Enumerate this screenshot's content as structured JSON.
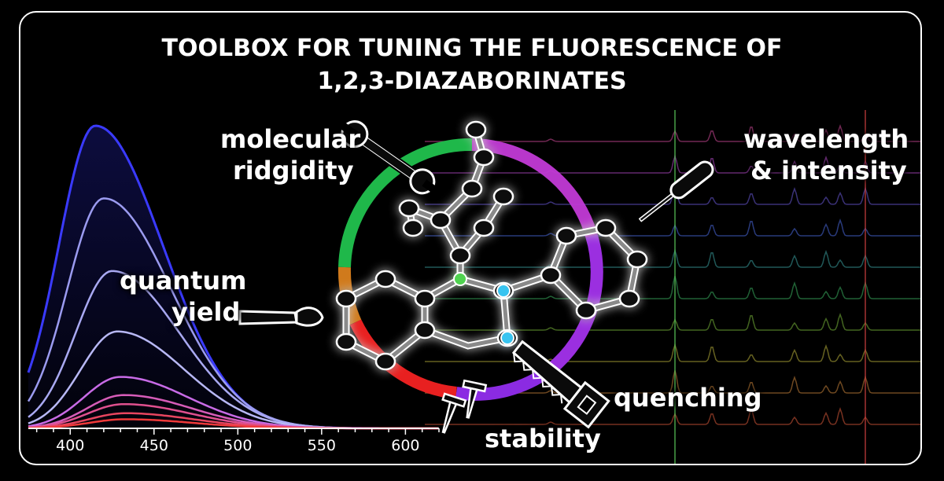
{
  "title": {
    "line1": "TOOLBOX FOR TUNING THE FLUORESCENCE OF",
    "line2": "1,2,3-DIAZABORINATES"
  },
  "labels": {
    "molecular": "molecular",
    "ridgidity": "ridgidity",
    "wavelength": "wavelength",
    "intensity": "& intensity",
    "quantum": "quantum",
    "yield": "yield",
    "quenching": "quenching",
    "stability": "stability"
  },
  "icons": [
    "wrench-icon",
    "screwdriver-icon",
    "paintbrush-icon",
    "saw-icon",
    "nails-icon"
  ],
  "chart_data": {
    "type": "line",
    "xlabel": "",
    "ylabel": "",
    "xlim": [
      375,
      620
    ],
    "x_ticks": [
      400,
      450,
      500,
      550,
      600
    ],
    "series": [
      {
        "color": "#3a3aff",
        "peak_x": 415,
        "peak": 1.0
      },
      {
        "color": "#9b9bf0",
        "peak_x": 420,
        "peak": 0.76
      },
      {
        "color": "#a9a9f2",
        "peak_x": 425,
        "peak": 0.52
      },
      {
        "color": "#b8b8f5",
        "peak_x": 428,
        "peak": 0.32
      },
      {
        "color": "#c86be6",
        "peak_x": 430,
        "peak": 0.17
      },
      {
        "color": "#d65cb8",
        "peak_x": 432,
        "peak": 0.11
      },
      {
        "color": "#e0508f",
        "peak_x": 432,
        "peak": 0.08
      },
      {
        "color": "#e8455f",
        "peak_x": 433,
        "peak": 0.05
      },
      {
        "color": "#f03a3a",
        "peak_x": 433,
        "peak": 0.03
      }
    ]
  },
  "colors": {
    "ring": [
      "#1fb84a",
      "#d07a1c",
      "#e82020",
      "#8b2be2",
      "#c23ad6",
      "#3a5ad8"
    ],
    "boron": "#4fd34f",
    "nitrogen": "#38c4f0"
  }
}
